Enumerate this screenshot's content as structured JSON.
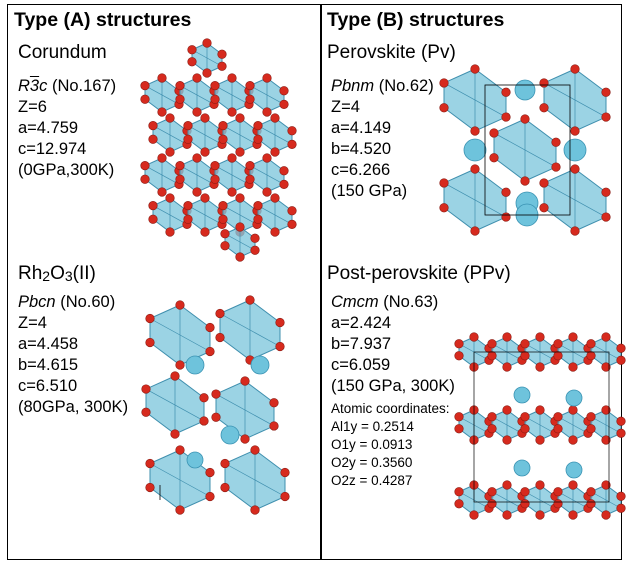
{
  "headings": {
    "type_a": "Type (A) structures",
    "type_b": "Type (B) structures"
  },
  "corundum": {
    "name": "Corundum",
    "space_group_italic": "R3c",
    "space_group_R": "R",
    "space_group_3": "3",
    "space_group_c": "c",
    "space_group_no": " (No.167)",
    "z": "Z=6",
    "a": "a=4.759",
    "c": "c=12.974",
    "conditions": "(0GPa,300K)"
  },
  "rh2o3": {
    "name_rh": "Rh",
    "name_2": "2",
    "name_o": "O",
    "name_3": "3",
    "name_ii": "(II)",
    "space_group": "Pbcn",
    "space_group_no": " (No.60)",
    "z": "Z=4",
    "a": "a=4.458",
    "b": "b=4.615",
    "c": "c=6.510",
    "conditions": "(80GPa, 300K)"
  },
  "perovskite": {
    "name": "Perovskite (Pv)",
    "space_group": "Pbnm",
    "space_group_no": " (No.62)",
    "z": "Z=4",
    "a": "a=4.149",
    "b": "b=4.520",
    "c": "c=6.266",
    "conditions": "(150 GPa)"
  },
  "post_perovskite": {
    "name": "Post-perovskite (PPv)",
    "space_group": "Cmcm",
    "space_group_no": " (No.63)",
    "a": "a=2.424",
    "b": "b=7.937",
    "c": "c=6.059",
    "conditions": "(150 GPa, 300K)",
    "coords_title": "Atomic coordinates:",
    "coords": [
      "Al1y = 0.2514",
      "O1y = 0.0913",
      "O2y = 0.3560",
      "O2z = 0.4287"
    ]
  },
  "colors": {
    "octahedron_fill": "#7fc6dc",
    "octahedron_edge": "#3f8fae",
    "oxygen": "#d62a1e",
    "cation": "#6ec3dc",
    "frame": "#000000"
  }
}
